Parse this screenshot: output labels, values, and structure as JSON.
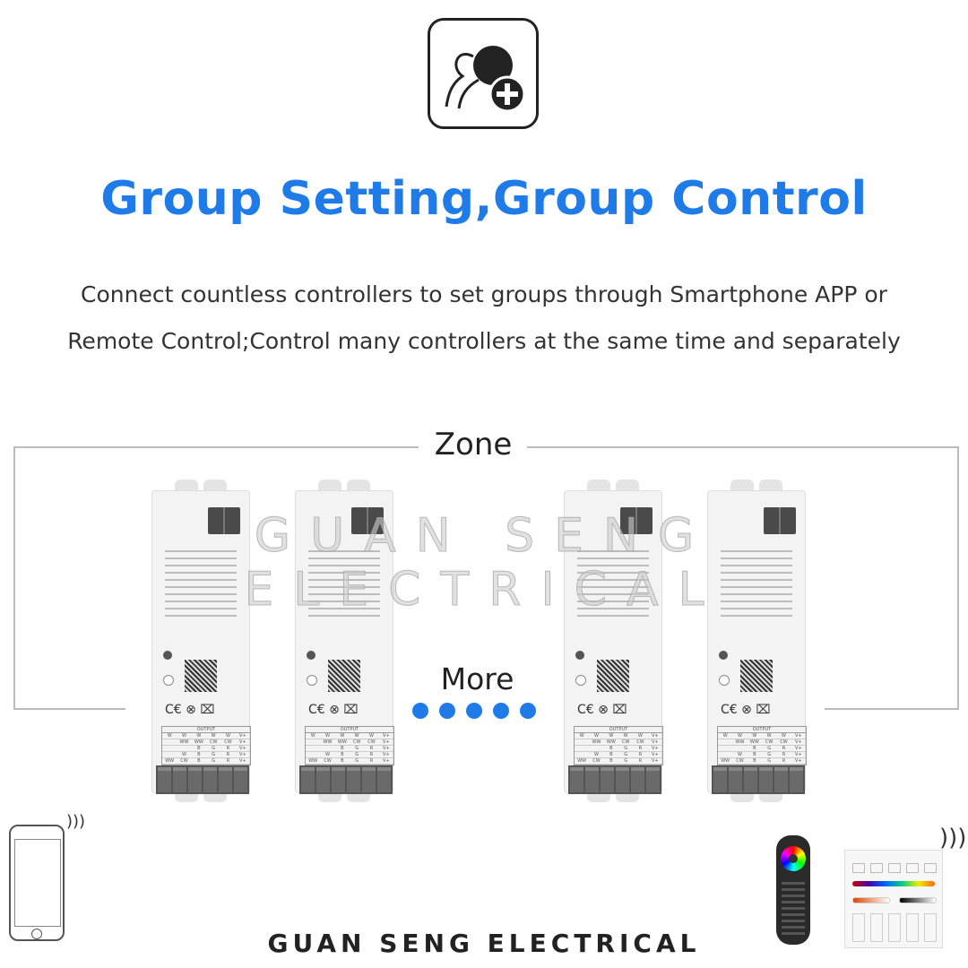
{
  "header": {
    "icon": "group-add-icon",
    "title": "Group Setting,Group Control",
    "description_lines": [
      "Connect countless controllers to set groups through Smartphone APP or",
      "Remote Control;Control many controllers at the same time and separately"
    ]
  },
  "diagram": {
    "zone_label": "Zone",
    "more_label": "More",
    "more_dots": 5,
    "accent_color": "#1f7be8",
    "controller_count": 4,
    "controller": {
      "output_header": "OUTPUT",
      "output_rows": [
        [
          "W",
          "W",
          "W",
          "W",
          "W",
          "V+"
        ],
        [
          "",
          "WW",
          "WW",
          "CW",
          "CW",
          "V+"
        ],
        [
          "",
          "",
          "B",
          "G",
          "R",
          "V+"
        ],
        [
          "",
          "W",
          "B",
          "G",
          "R",
          "V+"
        ],
        [
          "WW",
          "CW",
          "B",
          "G",
          "R",
          "V+"
        ]
      ]
    },
    "devices": [
      "smartphone-icon",
      "rf-remote",
      "wall-panel"
    ]
  },
  "watermark": "GUAN SENG ELECTRICAL",
  "footer": "GUAN SENG ELECTRICAL"
}
